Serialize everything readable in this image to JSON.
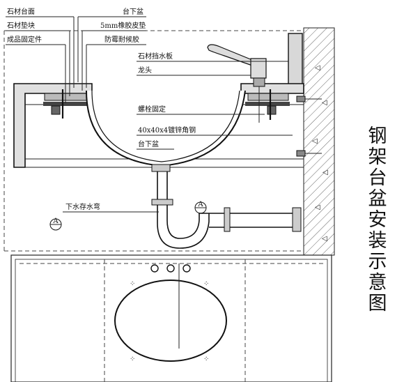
{
  "labels": {
    "stone_countertop": "石材台面",
    "stone_pad": "石材垫块",
    "fixing_part": "成品固定件",
    "undermount_basin_top": "台下盆",
    "rubber_pad": "5mm橡胶皮垫",
    "mildew_sealant": "防霉耐候胶",
    "stone_splashback": "石材挡水板",
    "faucet": "龙头",
    "bolt_fixing": "螺栓固定",
    "angle_steel": "40x40x4镀锌角钢",
    "undermount_basin_mid": "台下盆",
    "drain_trap": "下水存水弯"
  },
  "title_chars": [
    "钢",
    "架",
    "台",
    "盆",
    "安",
    "装",
    "示",
    "意",
    "图"
  ],
  "marker_symbol": "A",
  "colors": {
    "line": "#222222",
    "hatch": "#555555",
    "background": "#ffffff"
  }
}
